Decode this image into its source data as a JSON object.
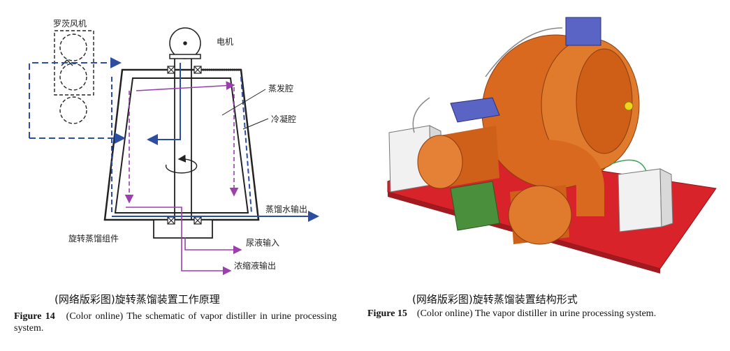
{
  "figure14": {
    "labels": {
      "fan": "罗茨风机",
      "motor": "电机",
      "evap": "蒸发腔",
      "cond": "冷凝腔",
      "distill_out": "蒸馏水输出",
      "assembly": "旋转蒸馏组件",
      "urine_in": "尿液输入",
      "conc_out": "浓缩液输出"
    },
    "caption_cn": "(网络版彩图)旋转蒸馏装置工作原理",
    "caption_num": "Figure 14",
    "caption_text": "(Color online) The schematic of vapor distiller in urine processing system."
  },
  "figure15": {
    "caption_cn": "(网络版彩图)旋转蒸馏装置结构形式",
    "caption_num": "Figure 15",
    "caption_text": "(Color online) The vapor distiller in urine processing system."
  },
  "colors": {
    "blue": "#2d4ea0",
    "purple": "#9b3fae",
    "orange": "#d9691f",
    "red_base": "#d8232a"
  }
}
